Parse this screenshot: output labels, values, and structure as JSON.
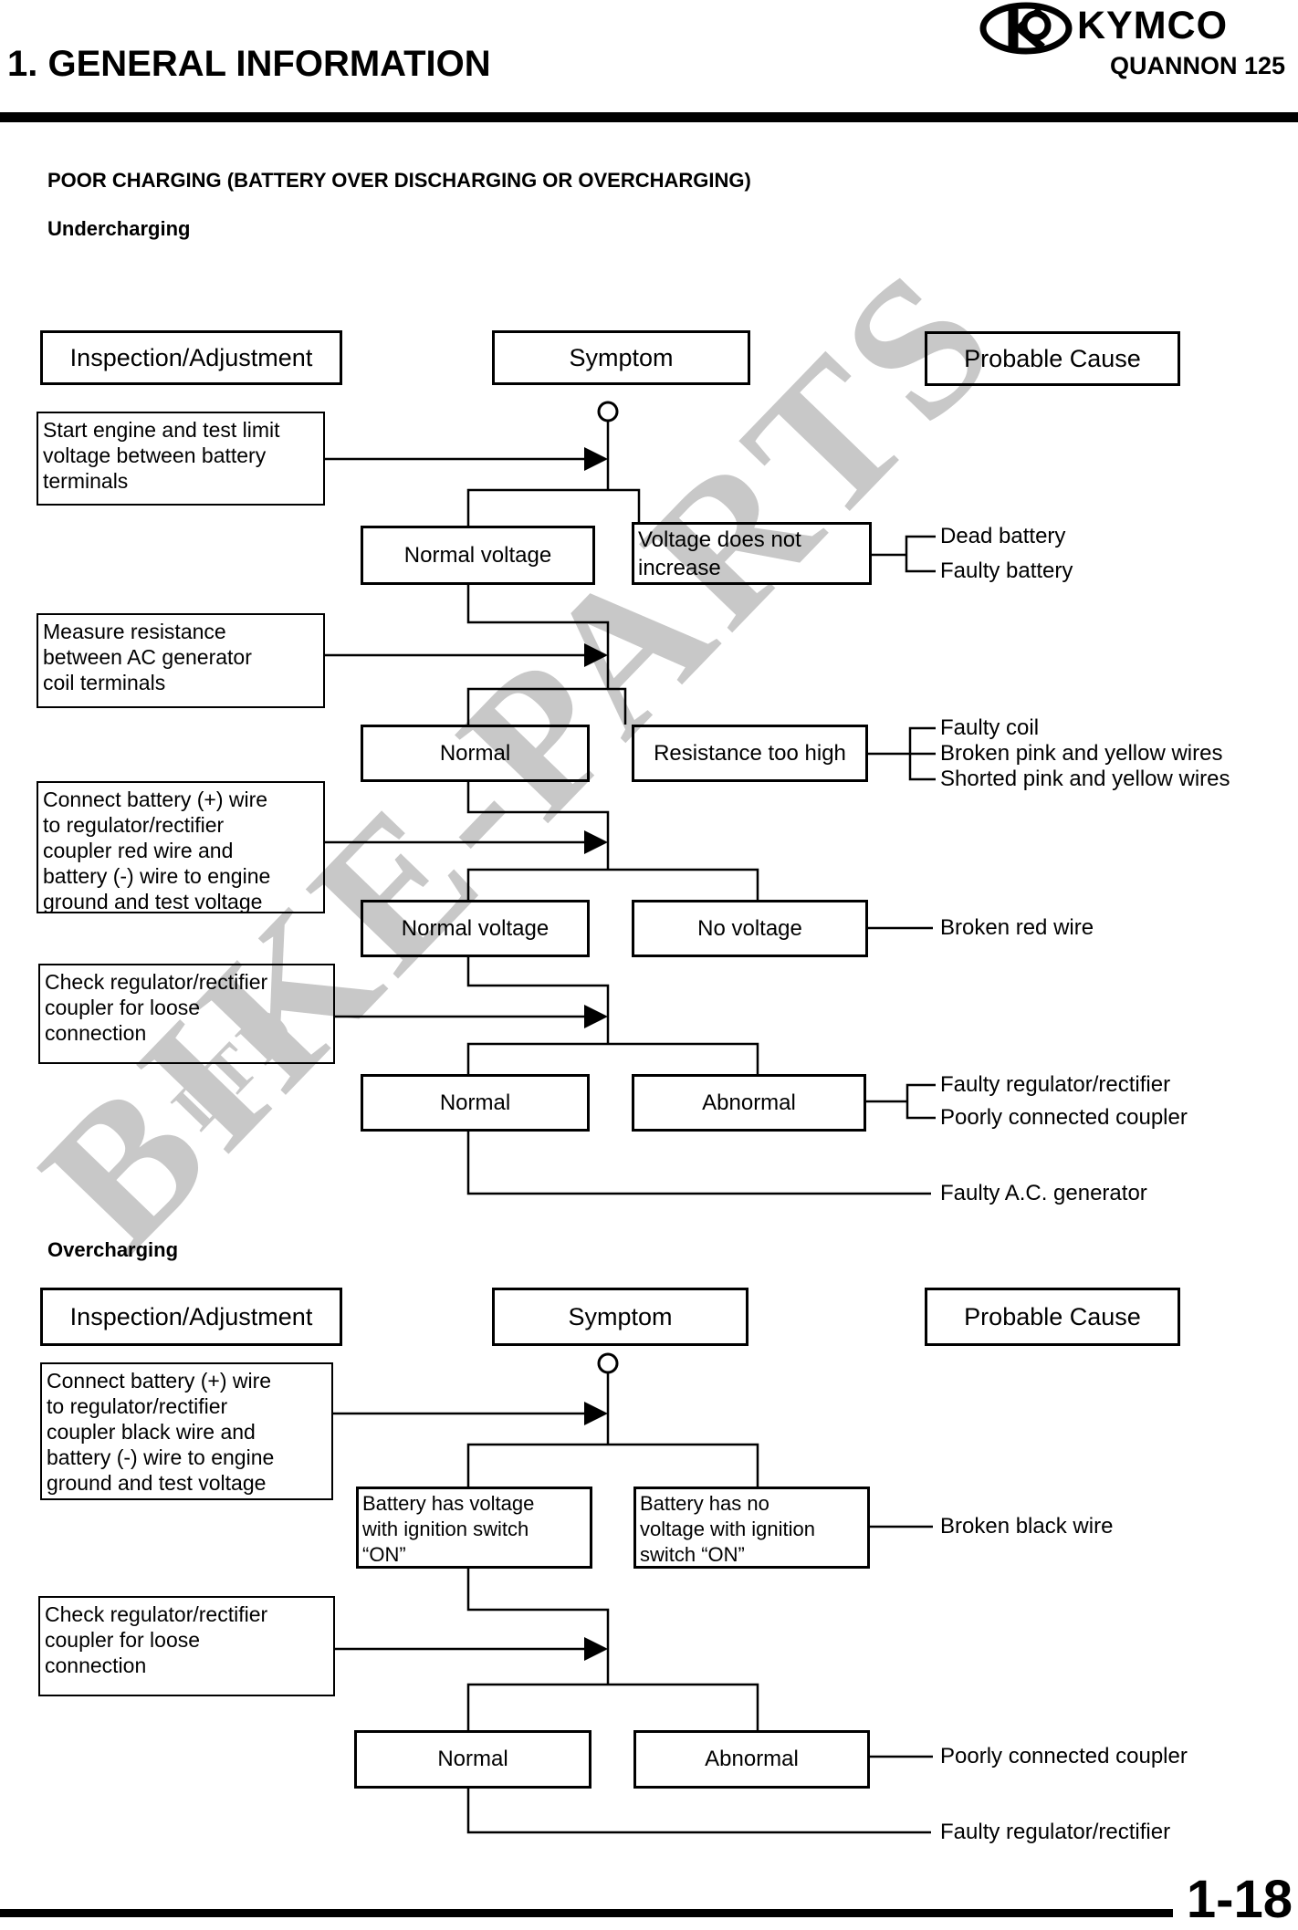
{
  "header": {
    "brand": "KYMCO",
    "title": "1. GENERAL INFORMATION",
    "model": "QUANNON 125"
  },
  "headings": {
    "section": "POOR CHARGING (BATTERY OVER DISCHARGING OR OVERCHARGING)",
    "flow1": "Undercharging",
    "flow2": "Overcharging"
  },
  "columns": {
    "inspection": "Inspection/Adjustment",
    "symptom": "Symptom",
    "cause": "Probable Cause"
  },
  "watermark": {
    "line1": "BIKE-PARTS",
    "line2": "LTD"
  },
  "flow1": {
    "inspections": [
      "Start engine and test limit\nvoltage between battery\nterminals",
      "Measure resistance\nbetween AC generator\ncoil terminals",
      "Connect battery (+) wire\nto regulator/rectifier\ncoupler red wire and\nbattery (-) wire to engine\nground and test voltage",
      "Check regulator/rectifier\ncoupler for loose\nconnection"
    ],
    "results": {
      "r1_left": "Normal voltage",
      "r1_right": "Voltage does not\nincrease",
      "r2_left": "Normal",
      "r2_right": "Resistance too high",
      "r3_left": "Normal voltage",
      "r3_right": "No voltage",
      "r4_left": "Normal",
      "r4_right": "Abnormal"
    },
    "causes": {
      "c1a": "Dead battery",
      "c1b": "Faulty battery",
      "c2a": "Faulty coil",
      "c2b": "Broken pink and yellow wires",
      "c2c": "Shorted pink and yellow wires",
      "c3": "Broken red wire",
      "c4a": "Faulty regulator/rectifier",
      "c4b": "Poorly connected coupler",
      "final": "Faulty A.C. generator"
    }
  },
  "flow2": {
    "inspections": [
      "Connect battery (+) wire\nto regulator/rectifier\ncoupler black wire and\nbattery (-) wire to engine\nground and test voltage",
      "Check regulator/rectifier\ncoupler for loose\nconnection"
    ],
    "results": {
      "r1_left": "Battery has voltage\nwith ignition switch\n“ON”",
      "r1_right": "Battery has no\nvoltage with ignition\nswitch “ON”",
      "r2_left": "Normal",
      "r2_right": "Abnormal"
    },
    "causes": {
      "c1": "Broken black wire",
      "c2": "Poorly connected coupler",
      "final": "Faulty regulator/rectifier"
    }
  },
  "footer": {
    "page": "1-18"
  }
}
